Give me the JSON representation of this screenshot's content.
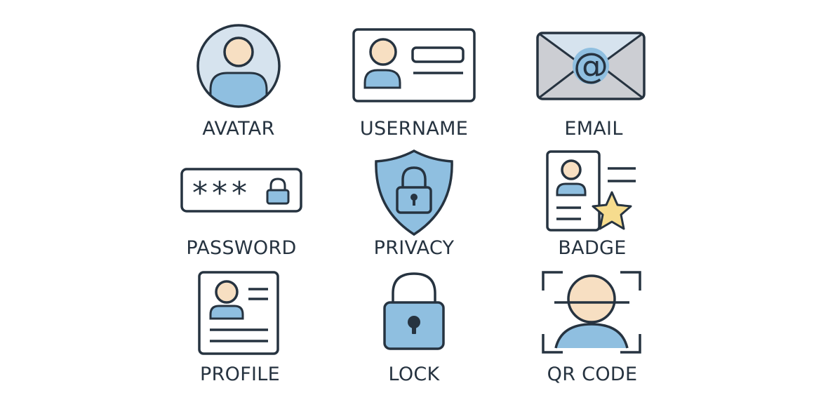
{
  "colors": {
    "stroke": "#263340",
    "light_blue": "#d6e3ee",
    "mid_blue": "#8fbfe0",
    "skin": "#f7dfc2",
    "gray": "#ccced3",
    "star": "#f6dc8e",
    "background": "#ffffff"
  },
  "icons": [
    {
      "id": "avatar",
      "icon": "avatar-icon",
      "label": "AVATAR"
    },
    {
      "id": "username",
      "icon": "id-card-icon",
      "label": "USERNAME"
    },
    {
      "id": "email",
      "icon": "envelope-at-icon",
      "label": "EMAIL"
    },
    {
      "id": "password",
      "icon": "password-field-icon",
      "label": "PASSWORD"
    },
    {
      "id": "privacy",
      "icon": "shield-lock-icon",
      "label": "PRIVACY"
    },
    {
      "id": "badge",
      "icon": "badge-star-icon",
      "label": "BADGE"
    },
    {
      "id": "profile",
      "icon": "profile-document-icon",
      "label": "PROFILE"
    },
    {
      "id": "lock",
      "icon": "padlock-icon",
      "label": "LOCK"
    },
    {
      "id": "qr_code",
      "icon": "face-scan-icon",
      "label": "QR CODE"
    }
  ],
  "password_field": {
    "masked_text": "***"
  }
}
